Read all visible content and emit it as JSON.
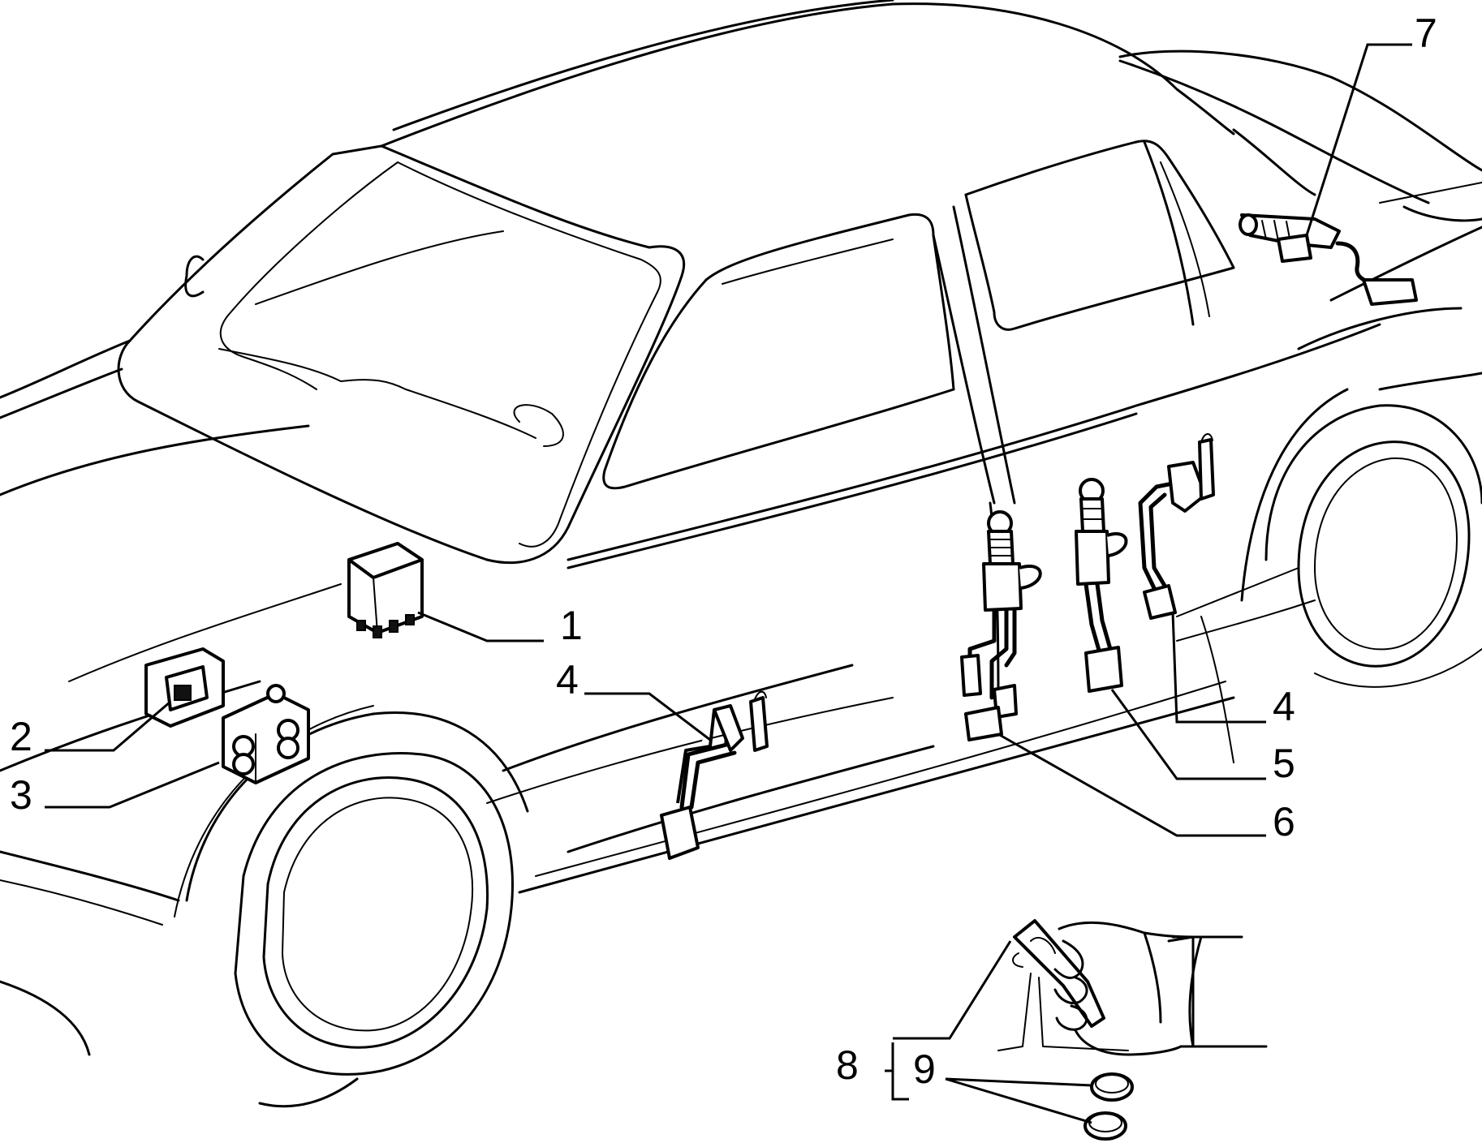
{
  "callouts": {
    "c1": "1",
    "c2": "2",
    "c3": "3",
    "c4_left": "4",
    "c4_right": "4",
    "c5": "5",
    "c6": "6",
    "c7": "7",
    "c8": "8",
    "c9_top": "9",
    "c9_bottom": "9"
  }
}
